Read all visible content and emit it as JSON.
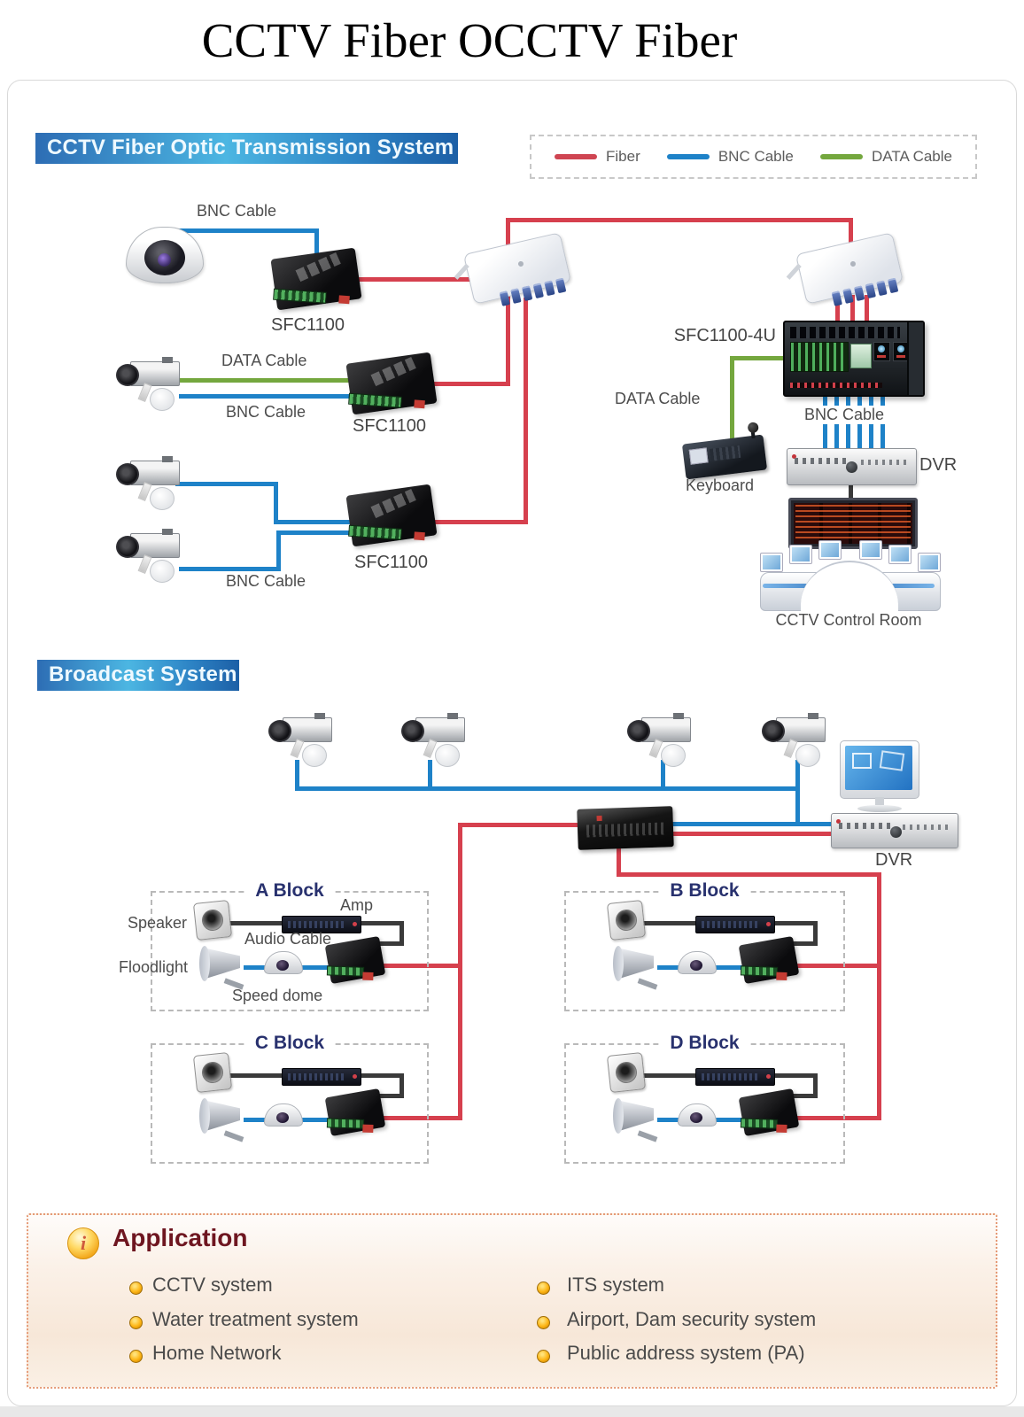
{
  "page_title": "CCTV Fiber OCCTV Fiber",
  "legend": {
    "items": [
      {
        "label": "Fiber",
        "color": "#cf4552"
      },
      {
        "label": "BNC Cable",
        "color": "#1e82c8"
      },
      {
        "label": "DATA Cable",
        "color": "#74a73e"
      }
    ]
  },
  "fiber_system": {
    "header": "CCTV Fiber Optic Transmission System",
    "labels": {
      "bnc_top": "BNC Cable",
      "sfc1": "SFC1100",
      "data_cable": "DATA Cable",
      "bnc_mid": "BNC Cable",
      "sfc2": "SFC1100",
      "bnc_bottom": "BNC Cable",
      "sfc3": "SFC1100",
      "rack": "SFC1100-4U",
      "data_cable_right": "DATA Cable",
      "keyboard": "Keyboard",
      "bnc_right": "BNC Cable",
      "dvr": "DVR",
      "control_room": "CCTV Control Room"
    }
  },
  "broadcast": {
    "header": "Broadcast System",
    "dvr": "DVR",
    "blocks": {
      "a": {
        "title": "A Block",
        "amp": "Amp",
        "speaker": "Speaker",
        "audio_cable": "Audio Cable",
        "floodlight": "Floodlight",
        "speed_dome": "Speed dome"
      },
      "b": {
        "title": "B Block"
      },
      "c": {
        "title": "C Block"
      },
      "d": {
        "title": "D Block"
      }
    }
  },
  "application": {
    "title": "Application",
    "info_icon": "i",
    "left_items": [
      "CCTV system",
      "Water treatment system",
      "Home Network"
    ],
    "right_items": [
      "ITS system",
      "Airport, Dam security system",
      "Public address system (PA)"
    ]
  },
  "colors": {
    "fiber": "#cf4552",
    "bnc_cable": "#1e82c8",
    "data_cable": "#74a73e",
    "header_bar_blue": "#2e85c6",
    "block_title_navy": "#28316e",
    "application_title": "#6e1620"
  }
}
